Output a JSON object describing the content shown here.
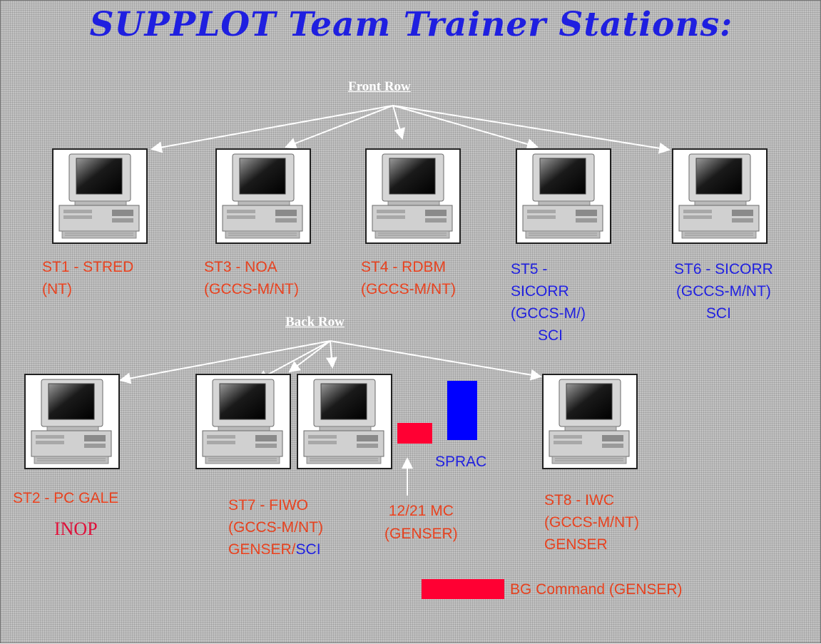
{
  "title": "SUPPLOT Team Trainer Stations:",
  "front_row_label": "Front Row",
  "back_row_label": "Back Row",
  "stations": {
    "st1": {
      "l1": "ST1  -  STRED",
      "l2": "(NT)"
    },
    "st3": {
      "l1": "ST3  -  NOA",
      "l2": "(GCCS-M/NT)"
    },
    "st4": {
      "l1": "ST4  -  RDBM",
      "l2": "(GCCS-M/NT)"
    },
    "st5": {
      "l1": "ST5  -",
      "l2": "SICORR",
      "l3": "(GCCS-M/)",
      "l4": "SCI"
    },
    "st6": {
      "l1": "ST6  -  SICORR",
      "l2": "(GCCS-M/NT)",
      "l3": "SCI"
    },
    "st2": {
      "l1": "ST2  -  PC GALE",
      "status": "INOP"
    },
    "st7": {
      "l1": "ST7  -  FIWO",
      "l2": "(GCCS-M/NT)",
      "l3a": "GENSER/",
      "l3b": "SCI"
    },
    "st8": {
      "l1": "ST8  -  IWC",
      "l2": "(GCCS-M/NT)",
      "l3": "GENSER"
    }
  },
  "mc": {
    "l1": "12/21 MC",
    "l2": "(GENSER)"
  },
  "sprac": "SPRAC",
  "legend": "BG Command (GENSER)",
  "colors": {
    "title": "#1f1fe0",
    "red_text": "#e8421f",
    "blue_text": "#2020e0",
    "red_block": "#ff0033",
    "blue_block": "#0000ff"
  },
  "icons": [
    "computer-workstation-icon"
  ]
}
